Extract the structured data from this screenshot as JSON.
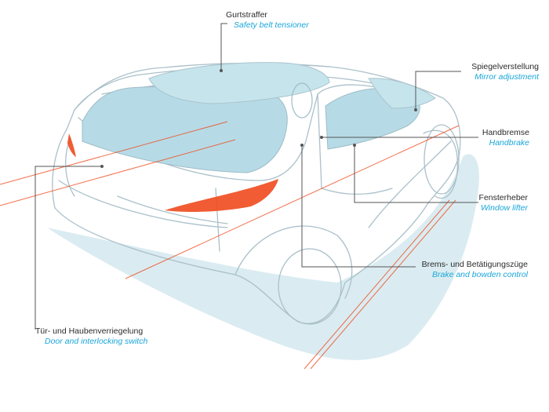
{
  "callouts": [
    {
      "de": "Gurtstraffer",
      "en": "Safety belt tensioner"
    },
    {
      "de": "Spiegelverstellung",
      "en": "Mirror adjustment"
    },
    {
      "de": "Handbremse",
      "en": "Handbrake"
    },
    {
      "de": "Fensterheber",
      "en": "Window lifter"
    },
    {
      "de": "Brems- und Betätigungszüge",
      "en": "Brake and bowden control"
    },
    {
      "de": "Tür- und Haubenverriegelung",
      "en": "Door and interlocking switch"
    }
  ],
  "colors": {
    "line": "#555555",
    "sketch": "#b9cbd3",
    "glass": "#b6dbe6",
    "shadow": "#d6eaf0",
    "accent": "#f04a1e",
    "english": "#1aa6d9"
  }
}
